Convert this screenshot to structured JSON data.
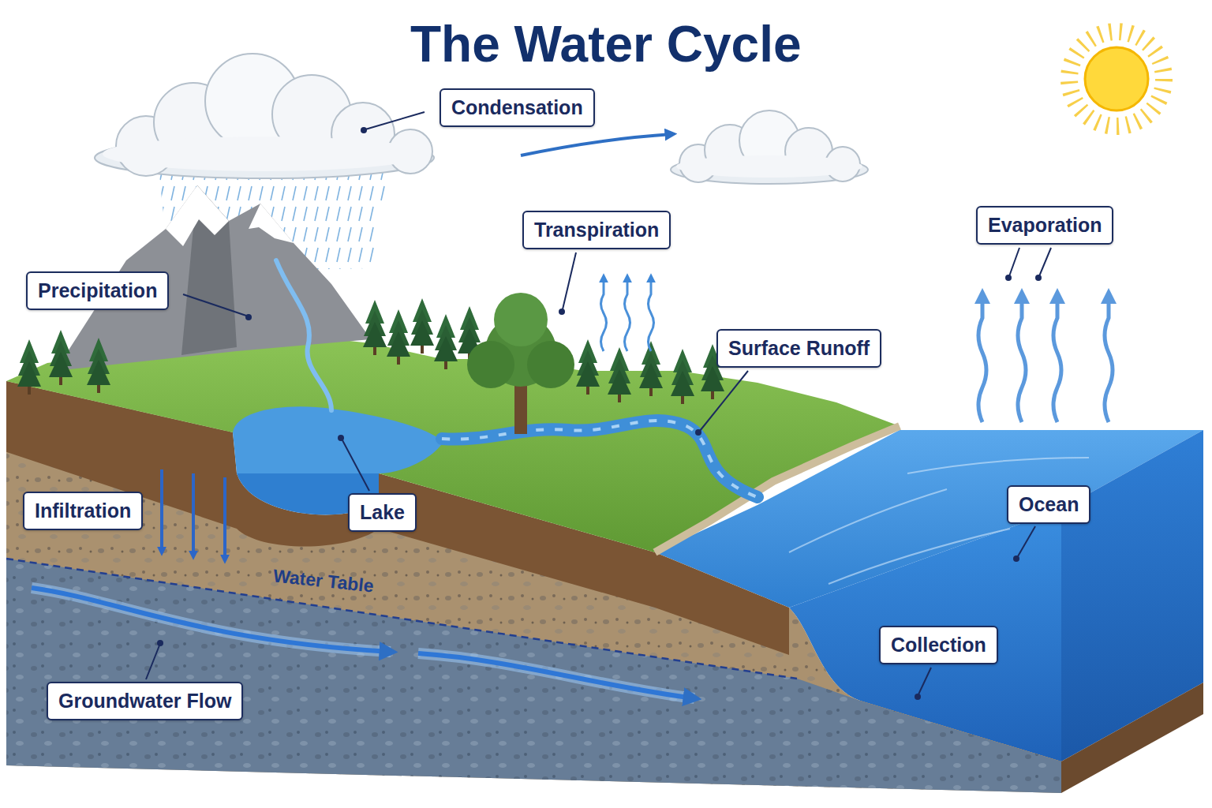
{
  "diagram": {
    "title": "The Water Cycle",
    "nodes": [
      {
        "text": [
          "Condensation"
        ]
      },
      {
        "text": [
          "Transpiration"
        ]
      },
      {
        "text": [
          "Evaporation"
        ]
      },
      {
        "text": [
          "Precipitation"
        ]
      },
      {
        "text": [
          "Surface Runoff"
        ]
      },
      {
        "text": [
          "Infiltration"
        ]
      },
      {
        "text": [
          "Lake"
        ]
      },
      {
        "text": [
          "Ocean"
        ]
      },
      {
        "text": [
          "Collection"
        ]
      },
      {
        "text": [
          "Groundwater Flow"
        ]
      }
    ],
    "labels": [
      "Water Table"
    ]
  }
}
